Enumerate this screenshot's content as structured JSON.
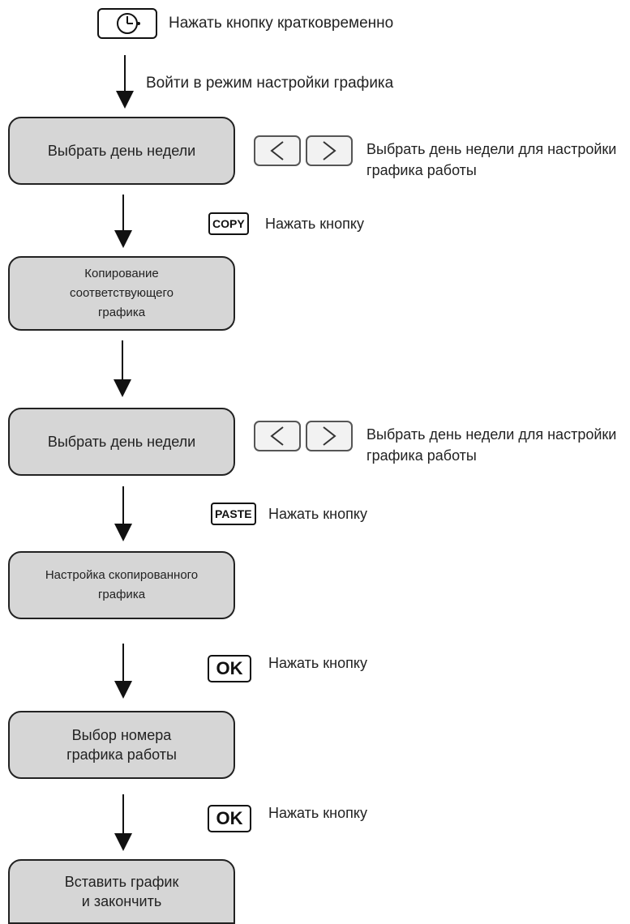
{
  "top": {
    "clock_icon": "clock-icon",
    "press_short": "Нажать кнопку кратковременно",
    "enter_mode": "Войти в режим настройки графика"
  },
  "steps": [
    {
      "text": "Выбрать день недели"
    },
    {
      "text": "Копирование\nсоответствующего\nграфика"
    },
    {
      "text": "Выбрать день недели"
    },
    {
      "text": "Настройка скопированного\nграфика"
    },
    {
      "text": "Выбор номера\nграфика работы"
    },
    {
      "text": "Вставить график\nи закончить"
    }
  ],
  "side": {
    "select_day_1": "Выбрать день недели для настройки",
    "select_day_2": "графика работы",
    "press_button": "Нажать кнопку",
    "key_copy": "COPY",
    "key_paste": "PASTE",
    "key_ok": "OK",
    "nav_left_icon": "chevron-left-icon",
    "nav_right_icon": "chevron-right-icon"
  }
}
